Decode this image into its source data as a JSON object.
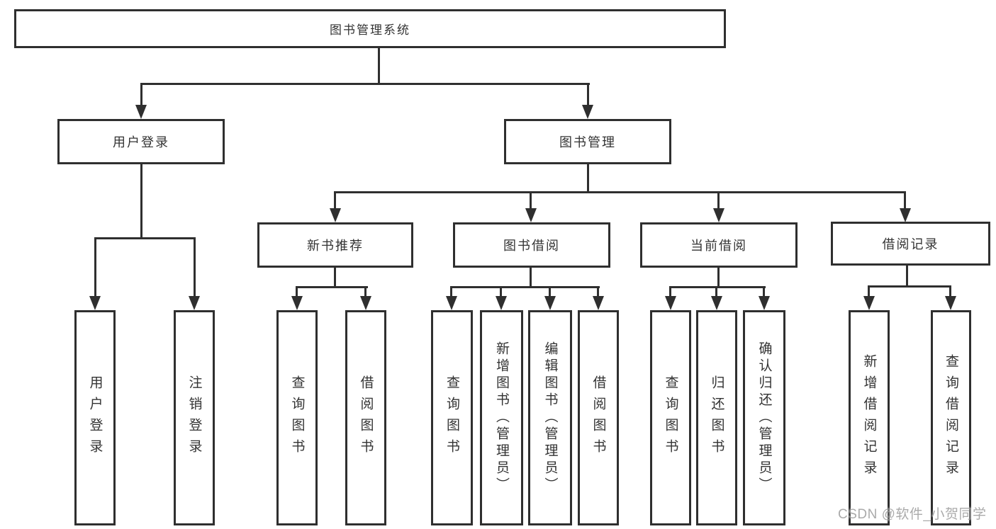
{
  "tree": {
    "root": {
      "label": "图书管理系统"
    },
    "branches": [
      {
        "label": "用户登录",
        "children": [
          {
            "label": "用户登录"
          },
          {
            "label": "注销登录"
          }
        ]
      },
      {
        "label": "图书管理",
        "groups": [
          {
            "label": "新书推荐",
            "children": [
              {
                "label": "查询图书"
              },
              {
                "label": "借阅图书"
              }
            ]
          },
          {
            "label": "图书借阅",
            "children": [
              {
                "label": "查询图书"
              },
              {
                "label": "新增图书（管理员）"
              },
              {
                "label": "编辑图书（管理员）"
              },
              {
                "label": "借阅图书"
              }
            ]
          },
          {
            "label": "当前借阅",
            "children": [
              {
                "label": "查询图书"
              },
              {
                "label": "归还图书"
              },
              {
                "label": "确认归还（管理员）"
              }
            ]
          },
          {
            "label": "借阅记录",
            "children": [
              {
                "label": "新增借阅记录"
              },
              {
                "label": "查询借阅记录"
              }
            ]
          }
        ]
      }
    ]
  },
  "watermark": "CSDN @软件_小贺同学",
  "colors": {
    "line": "#2f2f2f",
    "box_border": "#2f2f2f",
    "box_fill": "#ffffff",
    "text": "#333333",
    "watermark": "#9c9c9c",
    "background": "#ffffff"
  }
}
